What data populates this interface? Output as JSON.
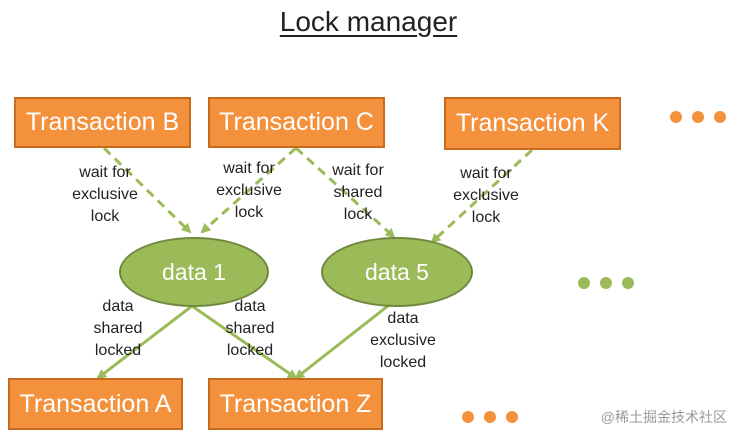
{
  "title": "Lock manager",
  "transactions": {
    "b": "Transaction B",
    "c": "Transaction C",
    "k": "Transaction K",
    "a": "Transaction A",
    "z": "Transaction Z"
  },
  "data_items": {
    "d1": "data 1",
    "d5": "data 5"
  },
  "edge_labels": {
    "b_to_d1": [
      "wait for",
      "exclusive",
      "lock"
    ],
    "c_to_d1": [
      "wait for",
      "exclusive",
      "lock"
    ],
    "c_to_d5": [
      "wait for",
      "shared",
      "lock"
    ],
    "k_to_d5": [
      "wait for",
      "exclusive",
      "lock"
    ],
    "d1_to_a": [
      "data",
      "shared",
      "locked"
    ],
    "d1_to_z": [
      "data",
      "shared",
      "locked"
    ],
    "d5_to_z": [
      "data",
      "exclusive",
      "locked"
    ]
  },
  "colors": {
    "transaction_fill": "#f4913d",
    "data_fill": "#9bbb59",
    "arrow": "#9bbb59"
  },
  "watermark": "@稀土掘金技术社区"
}
